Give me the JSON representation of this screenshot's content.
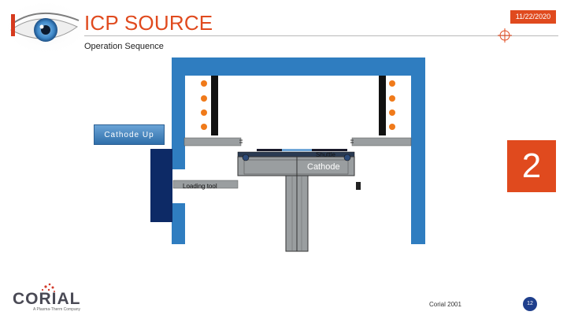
{
  "header": {
    "title": "ICP SOURCE",
    "date": "11/22/2020",
    "subtitle": "Operation Sequence"
  },
  "diagram": {
    "cathode_up_label": "Cathode Up",
    "step_number": "2",
    "shuttle_label": "Shuttle",
    "cathode_label": "Cathode",
    "loading_tool_label": "Loading tool"
  },
  "footer": {
    "logo_text": "CORIAL",
    "logo_tagline": "A Plasma-Therm Company",
    "company": "Corial 2001",
    "page_number": "12"
  },
  "colors": {
    "accent": "#e04a1e",
    "chamber_blue": "#2f7dc0",
    "dark_blue": "#0d2a66",
    "coil_orange": "#f07a1a",
    "cathode_gray": "#9a9ea0"
  },
  "icons": [
    "eye-image",
    "crosshair-icon",
    "logo-mark-icon"
  ]
}
